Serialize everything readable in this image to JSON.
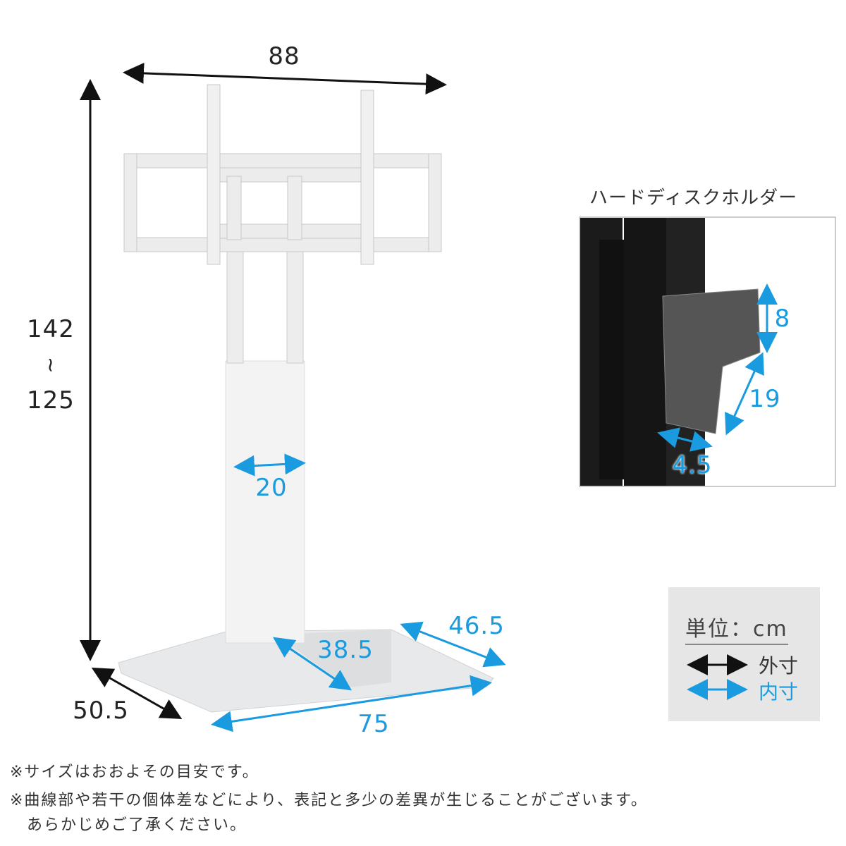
{
  "dimensions": {
    "width_top": "88",
    "height_max": "142",
    "height_range_sep": "≀",
    "height_min": "125",
    "column_width": "20",
    "base_inner": "38.5",
    "base_depth_inner": "46.5",
    "base_width": "75",
    "base_depth": "50.5"
  },
  "hdd_holder": {
    "title": "ハードディスクホルダー",
    "height": "8",
    "width": "19",
    "depth": "4.5"
  },
  "legend": {
    "unit": "単位：cm",
    "outer_label": "外寸",
    "inner_label": "内寸",
    "outer_color": "#111111",
    "inner_color": "#1a9be0"
  },
  "notes": [
    "※サイズはおおよその目安です。",
    "※曲線部や若干の個体差などにより、表記と多少の差異が生じることがございます。",
    "　あらかじめご了承ください。"
  ]
}
